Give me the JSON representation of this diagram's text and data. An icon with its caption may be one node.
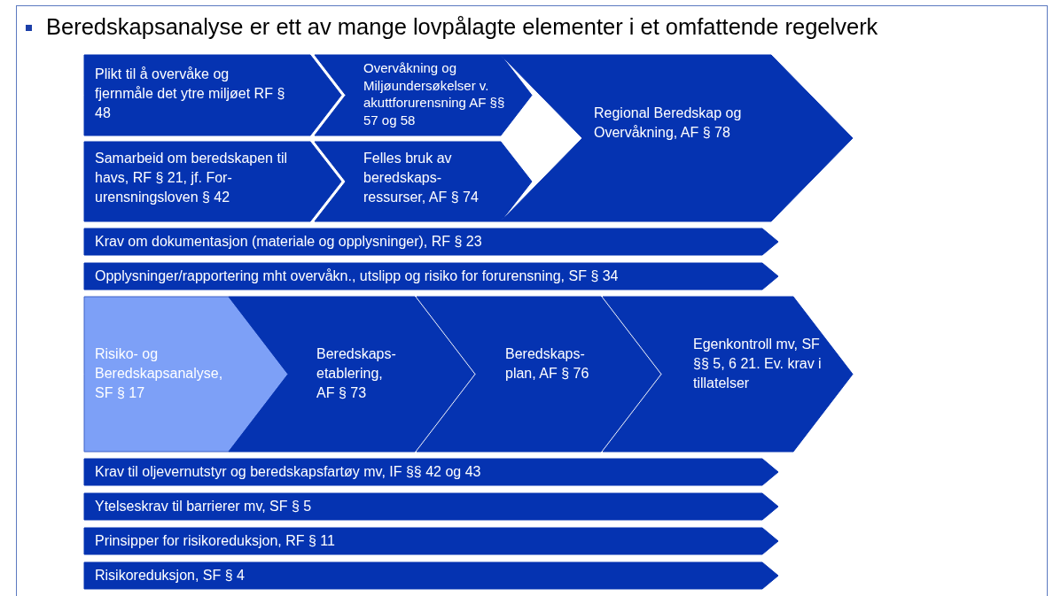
{
  "diagram": {
    "title": "Beredskapsanalyse er ett av mange lovpålagte elementer i et omfattende regelverk",
    "nodes": [
      {
        "text": [
          "Plikt til å overvåke og fjernmåle det ytre miljøet RF § 48"
        ]
      },
      {
        "text": [
          "Overvåkning og Miljøundersøkelser v. akuttforurensning AF §§ 57 og 58"
        ]
      },
      {
        "text": [
          "Regional Beredskap og Overvåkning, AF § 78"
        ]
      },
      {
        "text": [
          "Samarbeid om beredskapen til havs, RF § 21, jf. For- urensningsloven § 42"
        ]
      },
      {
        "text": [
          "Felles bruk av beredskaps- ressurser, AF § 74"
        ]
      },
      {
        "text": [
          "Krav om dokumentasjon (materiale og opplysninger), RF § 23"
        ]
      },
      {
        "text": [
          "Opplysninger/rapportering mht overvåkn., utslipp og risiko for forurensning, SF § 34"
        ]
      },
      {
        "text": [
          "Risiko- og Beredskapsanalyse, SF § 17"
        ]
      },
      {
        "text": [
          "Beredskaps- etablering, AF § 73"
        ]
      },
      {
        "text": [
          "Beredskaps- plan, AF § 76"
        ]
      },
      {
        "text": [
          "Egenkontroll mv, SF §§ 5, 6 21. Ev. krav i tillatelser"
        ]
      },
      {
        "text": [
          "Krav til oljevernutstyr og beredskapsfartøy mv, IF §§ 42 og 43"
        ]
      },
      {
        "text": [
          "Ytelseskrav til barrierer mv, SF § 5"
        ]
      },
      {
        "text": [
          "Prinsipper for risikoreduksjon, RF § 11"
        ]
      },
      {
        "text": [
          "Risikoreduksjon, SF § 4"
        ]
      }
    ]
  }
}
